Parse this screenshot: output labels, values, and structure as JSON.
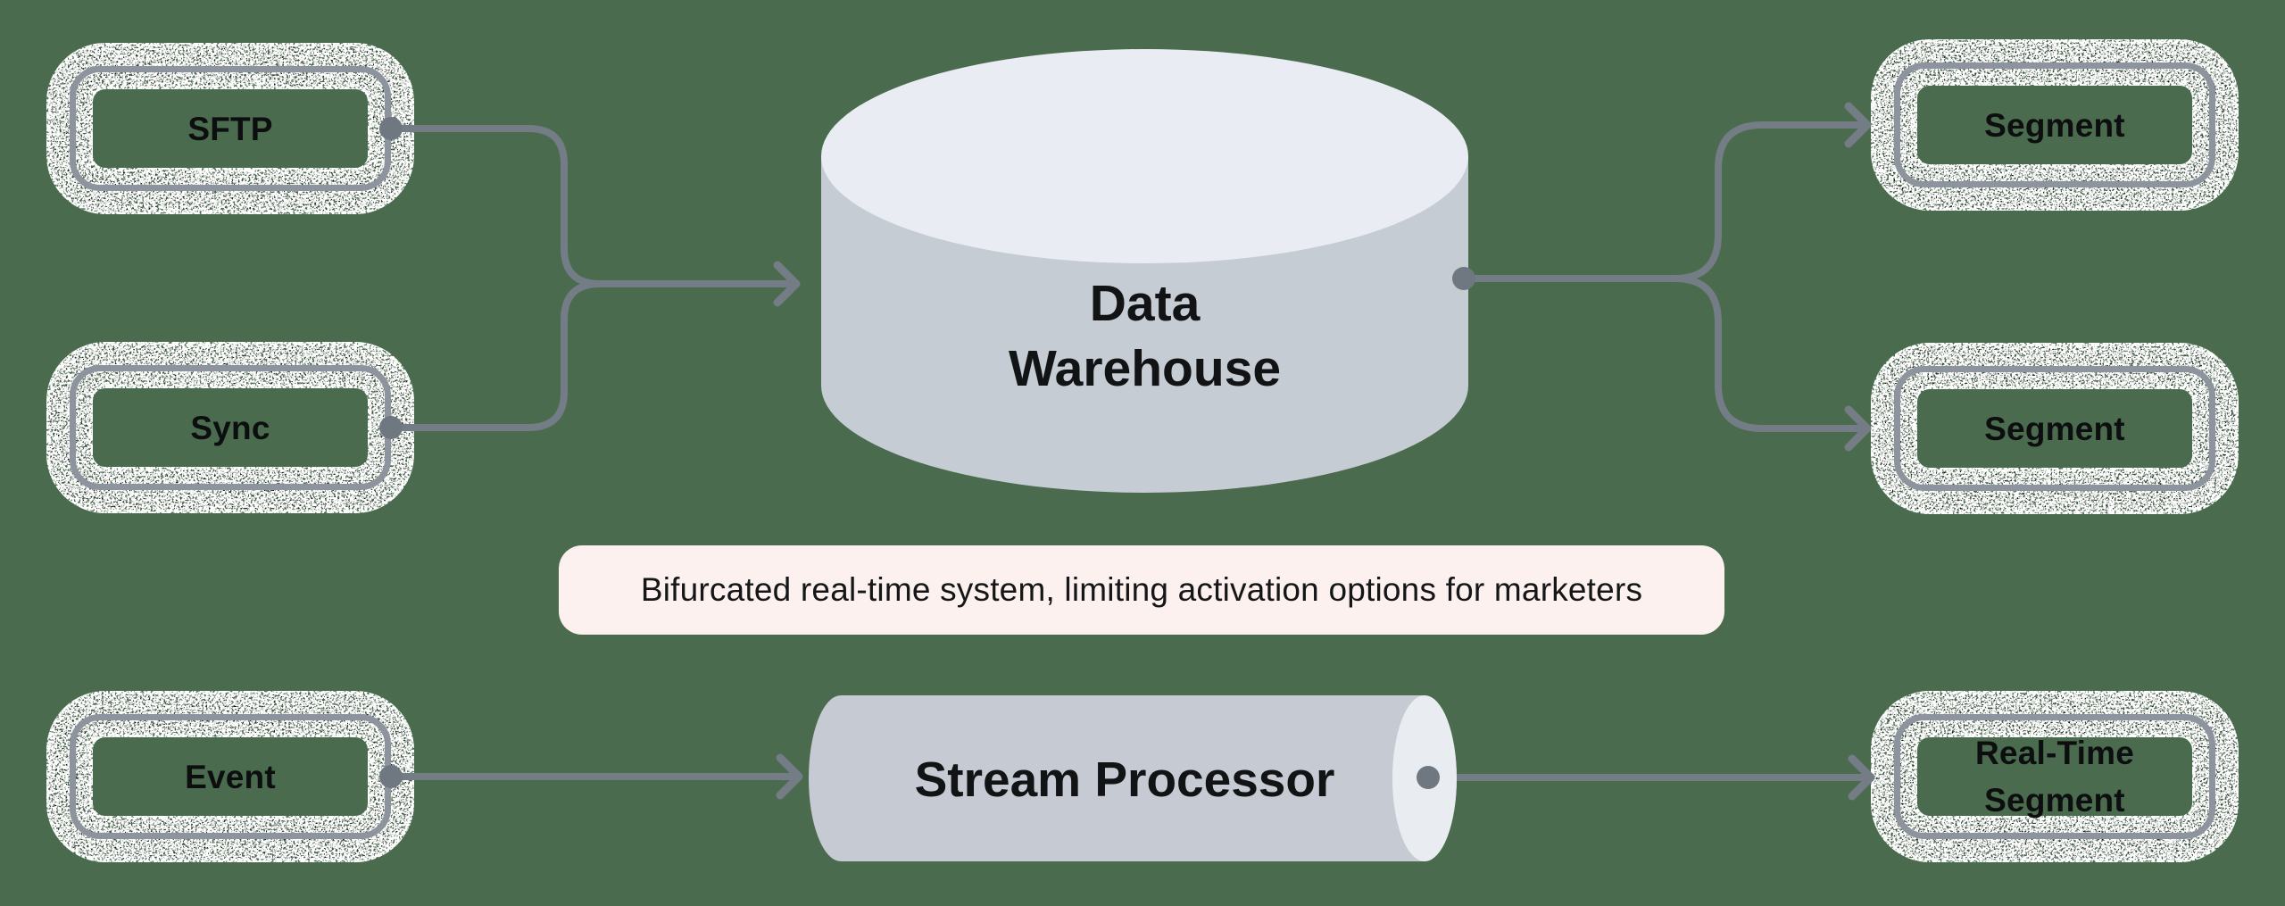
{
  "diagram": {
    "title": "",
    "background_color": "#4a6b4e",
    "colors": {
      "connector_gray": "#747c86",
      "node_border_gray": "#8d949d",
      "halo_white": "#ffffff",
      "cylinder_body": "#c6ccd4",
      "cylinder_top": "#e9edf3",
      "banner_pink": "#fcf1ef",
      "text_black": "#0d0e0f"
    },
    "nodes": {
      "sources": [
        {
          "id": "sftp",
          "label": "SFTP"
        },
        {
          "id": "sync",
          "label": "Sync"
        },
        {
          "id": "event",
          "label": "Event"
        }
      ],
      "warehouse": {
        "label": "Data\nWarehouse"
      },
      "stream": {
        "label": "Stream Processor"
      },
      "destinations": [
        {
          "id": "segment-1",
          "label": "Segment"
        },
        {
          "id": "segment-2",
          "label": "Segment"
        },
        {
          "id": "realtime-segment",
          "label": "Real-Time\nSegment"
        }
      ]
    },
    "edges": [
      "SFTP -> Data Warehouse",
      "Sync -> Data Warehouse",
      "Data Warehouse -> Segment",
      "Data Warehouse -> Segment",
      "Event -> Stream Processor",
      "Stream Processor -> Real-Time Segment"
    ],
    "banner": {
      "text": "Bifurcated real-time system, limiting activation options for marketers"
    }
  }
}
